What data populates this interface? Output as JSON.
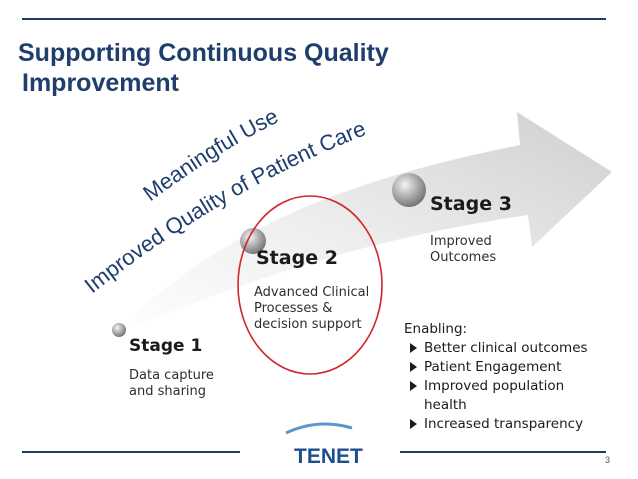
{
  "slide": {
    "title_line1": "Supporting Continuous Quality",
    "title_line2": "Improvement",
    "arc_line1": "Meaningful Use",
    "arc_line2": "Improved Quality of Patient Care",
    "stages": [
      {
        "label": "Stage 1",
        "desc": [
          "Data capture",
          "and sharing"
        ]
      },
      {
        "label": "Stage 2",
        "desc": [
          "Advanced Clinical",
          "Processes &",
          "decision support"
        ]
      },
      {
        "label": "Stage 3",
        "desc": [
          "Improved",
          "Outcomes"
        ]
      }
    ],
    "enabling": {
      "heading": "Enabling:",
      "items": [
        "Better clinical outcomes",
        "Patient Engagement",
        "Improved population",
        "Increased transparency"
      ],
      "item3_cont": "health"
    },
    "logo_text": "TENET",
    "page_number": "3"
  },
  "colors": {
    "title": "#1f3e6d",
    "rule": "#1f3b68",
    "highlight_circle": "#d2262c",
    "logo": "#1d4f8f"
  }
}
